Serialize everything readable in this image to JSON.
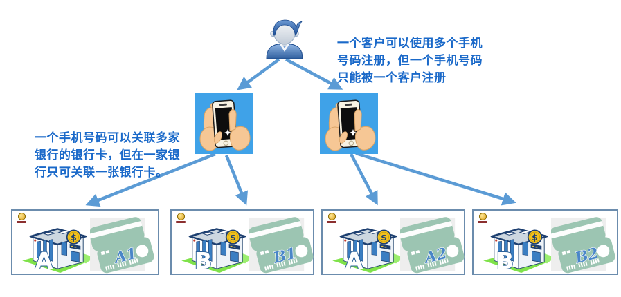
{
  "diagram": {
    "notes": {
      "customer_note": "一个客户可以使用多个手机\n号码注册，但一个手机号码\n只能被一个客户注册",
      "phone_note": "一个手机号码可以关联多家\n银行的银行卡，但在一家银\n行只可关联一张银行卡。"
    },
    "customer": {
      "icon": "person-icon"
    },
    "phones": [
      {
        "icon": "hand-holding-phone-icon"
      },
      {
        "icon": "hand-holding-phone-icon"
      }
    ],
    "banks": [
      {
        "bank_letter": "A",
        "card_label": "A1"
      },
      {
        "bank_letter": "B",
        "card_label": "B1"
      },
      {
        "bank_letter": "A",
        "card_label": "A2"
      },
      {
        "bank_letter": "B",
        "card_label": "B2"
      }
    ],
    "coin_symbol": "$",
    "colors": {
      "arrow": "#5b9bd5",
      "note_text": "#1a69c9",
      "phone_background": "#3fa2e8",
      "card_green": "#9cc5b2",
      "box_border": "#6b8cad",
      "grass_green": "#7fe24a",
      "coin_gold": "#f2c11d",
      "navy_outline": "#1d3f70"
    }
  }
}
